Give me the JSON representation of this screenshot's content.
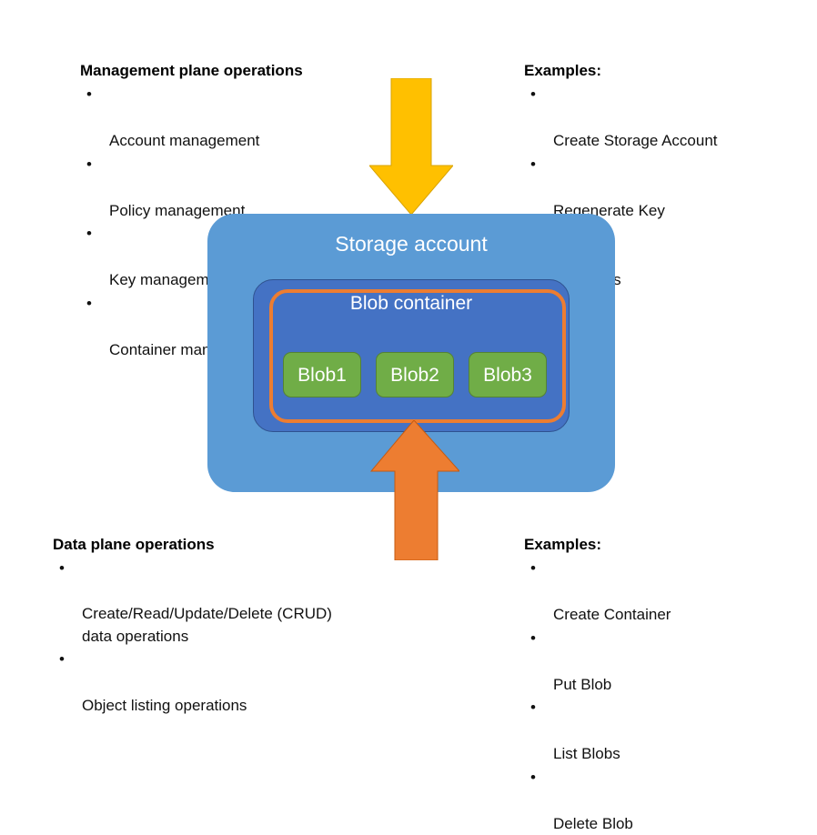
{
  "diagram": {
    "title_semantics": "Azure Storage management plane vs data plane",
    "colors": {
      "storage_account_fill": "#5B9BD5",
      "blob_container_fill": "#4472C4",
      "container_outline": "#ED7D31",
      "blob_fill": "#70AD47",
      "arrow_down": "#FFC000",
      "arrow_up": "#ED7D31",
      "background": "#FFFFFF"
    },
    "management": {
      "title": "Management plane operations",
      "items": [
        "Account management",
        "Policy management",
        "Key management",
        "Container management"
      ]
    },
    "management_examples": {
      "title": "Examples:",
      "items": [
        "Create Storage Account",
        "Regenerate Key",
        "List SKUs"
      ]
    },
    "data": {
      "title": "Data plane operations",
      "items": [
        "Create/Read/Update/Delete (CRUD)\ndata operations",
        "Object listing operations"
      ]
    },
    "data_examples": {
      "title": "Examples:",
      "items": [
        "Create Container",
        "Put Blob",
        "List Blobs",
        "Delete Blob"
      ]
    },
    "storage_account": {
      "label": "Storage account",
      "blob_container": {
        "label": "Blob container",
        "blobs": [
          {
            "label": "Blob1"
          },
          {
            "label": "Blob2"
          },
          {
            "label": "Blob3"
          }
        ]
      }
    },
    "arrows": {
      "down": {
        "name": "management-plane-arrow",
        "direction": "down",
        "color": "#FFC000"
      },
      "up": {
        "name": "data-plane-arrow",
        "direction": "up",
        "color": "#ED7D31"
      }
    }
  }
}
